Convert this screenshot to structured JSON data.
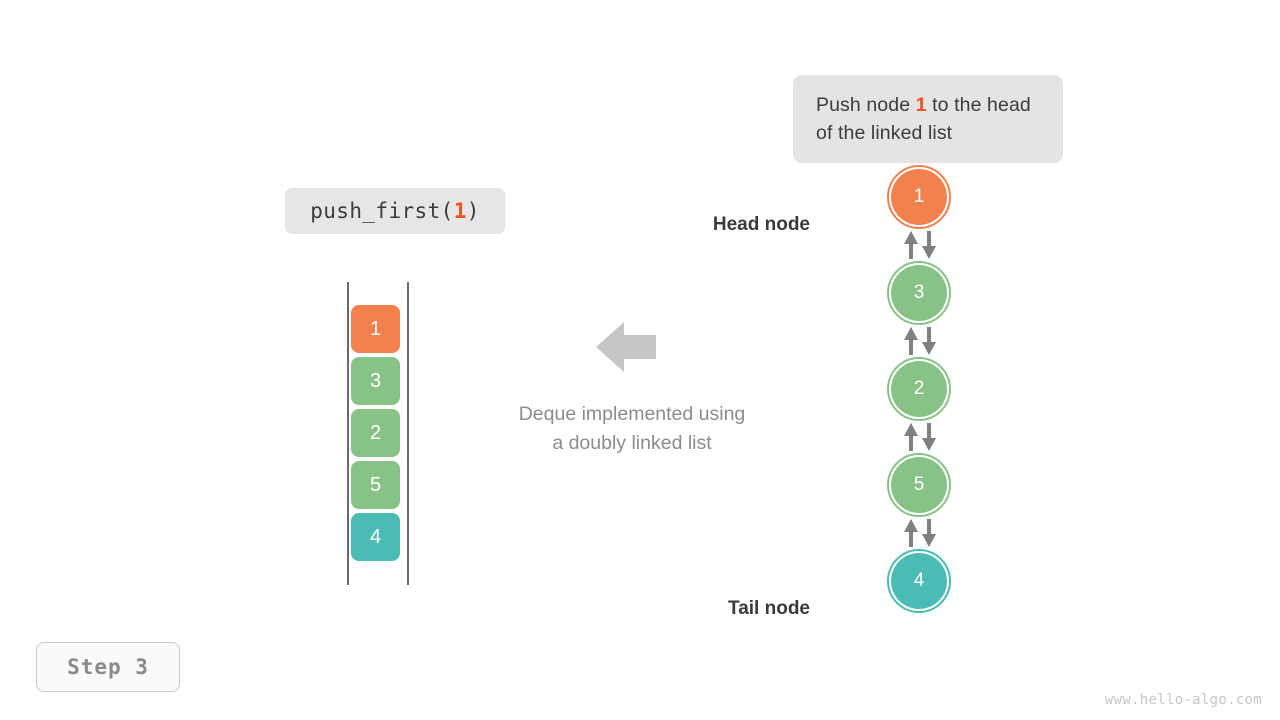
{
  "callout": {
    "text_before": "Push node ",
    "highlight": "1",
    "text_after": " to the head of the linked list"
  },
  "code_label": {
    "prefix": "push_first(",
    "arg": "1",
    "suffix": ")"
  },
  "caption": {
    "line1": "Deque implemented using",
    "line2": "a doubly linked list"
  },
  "array": {
    "items": [
      {
        "value": "1",
        "color": "#f2814d"
      },
      {
        "value": "3",
        "color": "#89c287"
      },
      {
        "value": "2",
        "color": "#89c287"
      },
      {
        "value": "5",
        "color": "#89c287"
      },
      {
        "value": "4",
        "color": "#4bbcb3"
      }
    ]
  },
  "linked_list": {
    "head_label": "Head node",
    "tail_label": "Tail node",
    "nodes": [
      {
        "value": "1",
        "color": "#f2814d",
        "ring": "#f2814d"
      },
      {
        "value": "3",
        "color": "#89c287",
        "ring": "#89c287"
      },
      {
        "value": "2",
        "color": "#89c287",
        "ring": "#89c287"
      },
      {
        "value": "5",
        "color": "#89c287",
        "ring": "#89c287"
      },
      {
        "value": "4",
        "color": "#4bbcb3",
        "ring": "#4bbcb3"
      }
    ]
  },
  "step_badge": {
    "label": "Step 3"
  },
  "watermark": {
    "text": "www.hello-algo.com"
  },
  "colors": {
    "orange": "#f2814d",
    "green": "#89c287",
    "teal": "#4bbcb3",
    "arrow_gray": "#808080",
    "big_arrow_gray": "#c6c6c6",
    "callout_bg": "#e4e4e4",
    "highlight_orange": "#f4511e"
  }
}
